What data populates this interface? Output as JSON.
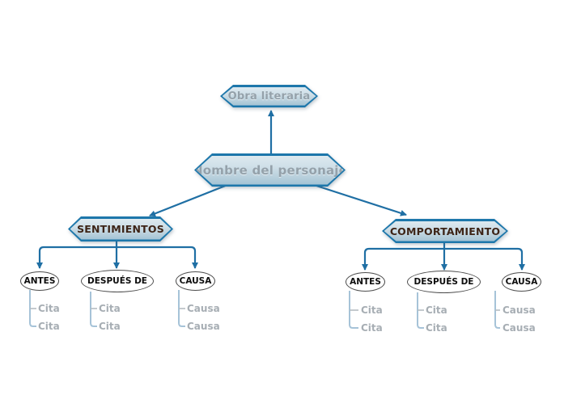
{
  "diagram": {
    "type": "mindmap",
    "background": "#ffffff"
  },
  "colors": {
    "node_border": "#1d77ab",
    "node_fill_top": "#dde9ef",
    "node_fill_bottom": "#a2c2d4",
    "connector_blue": "#1f6fa4",
    "leaf_line_blue": "#a6c3d8",
    "leaf_stub_gray": "#b6bcc1",
    "leaf_text_gray": "#a7aeb4",
    "branch_text_dark": "#3d2417",
    "main_text_gray": "#94a1aa",
    "ellipse_border": "#4c4c4c"
  },
  "nodes": {
    "root": {
      "label": "Obra literaria"
    },
    "main": {
      "label": "Nombre del personaje"
    },
    "left_branch": {
      "label": "SENTIMIENTOS"
    },
    "right_branch": {
      "label": "COMPORTAMIENTO"
    }
  },
  "left_group": {
    "categories": [
      {
        "label": "ANTES",
        "items": [
          "Cita",
          "Cita"
        ]
      },
      {
        "label": "DESPUÉS DE",
        "items": [
          "Cita",
          "Cita"
        ]
      },
      {
        "label": "CAUSA",
        "items": [
          "Causa",
          "Causa"
        ]
      }
    ]
  },
  "right_group": {
    "categories": [
      {
        "label": "ANTES",
        "items": [
          "Cita",
          "Cita"
        ]
      },
      {
        "label": "DESPUÉS DE",
        "items": [
          "Cita",
          "Cita"
        ]
      },
      {
        "label": "CAUSA",
        "items": [
          "Causa",
          "Causa"
        ]
      }
    ]
  }
}
